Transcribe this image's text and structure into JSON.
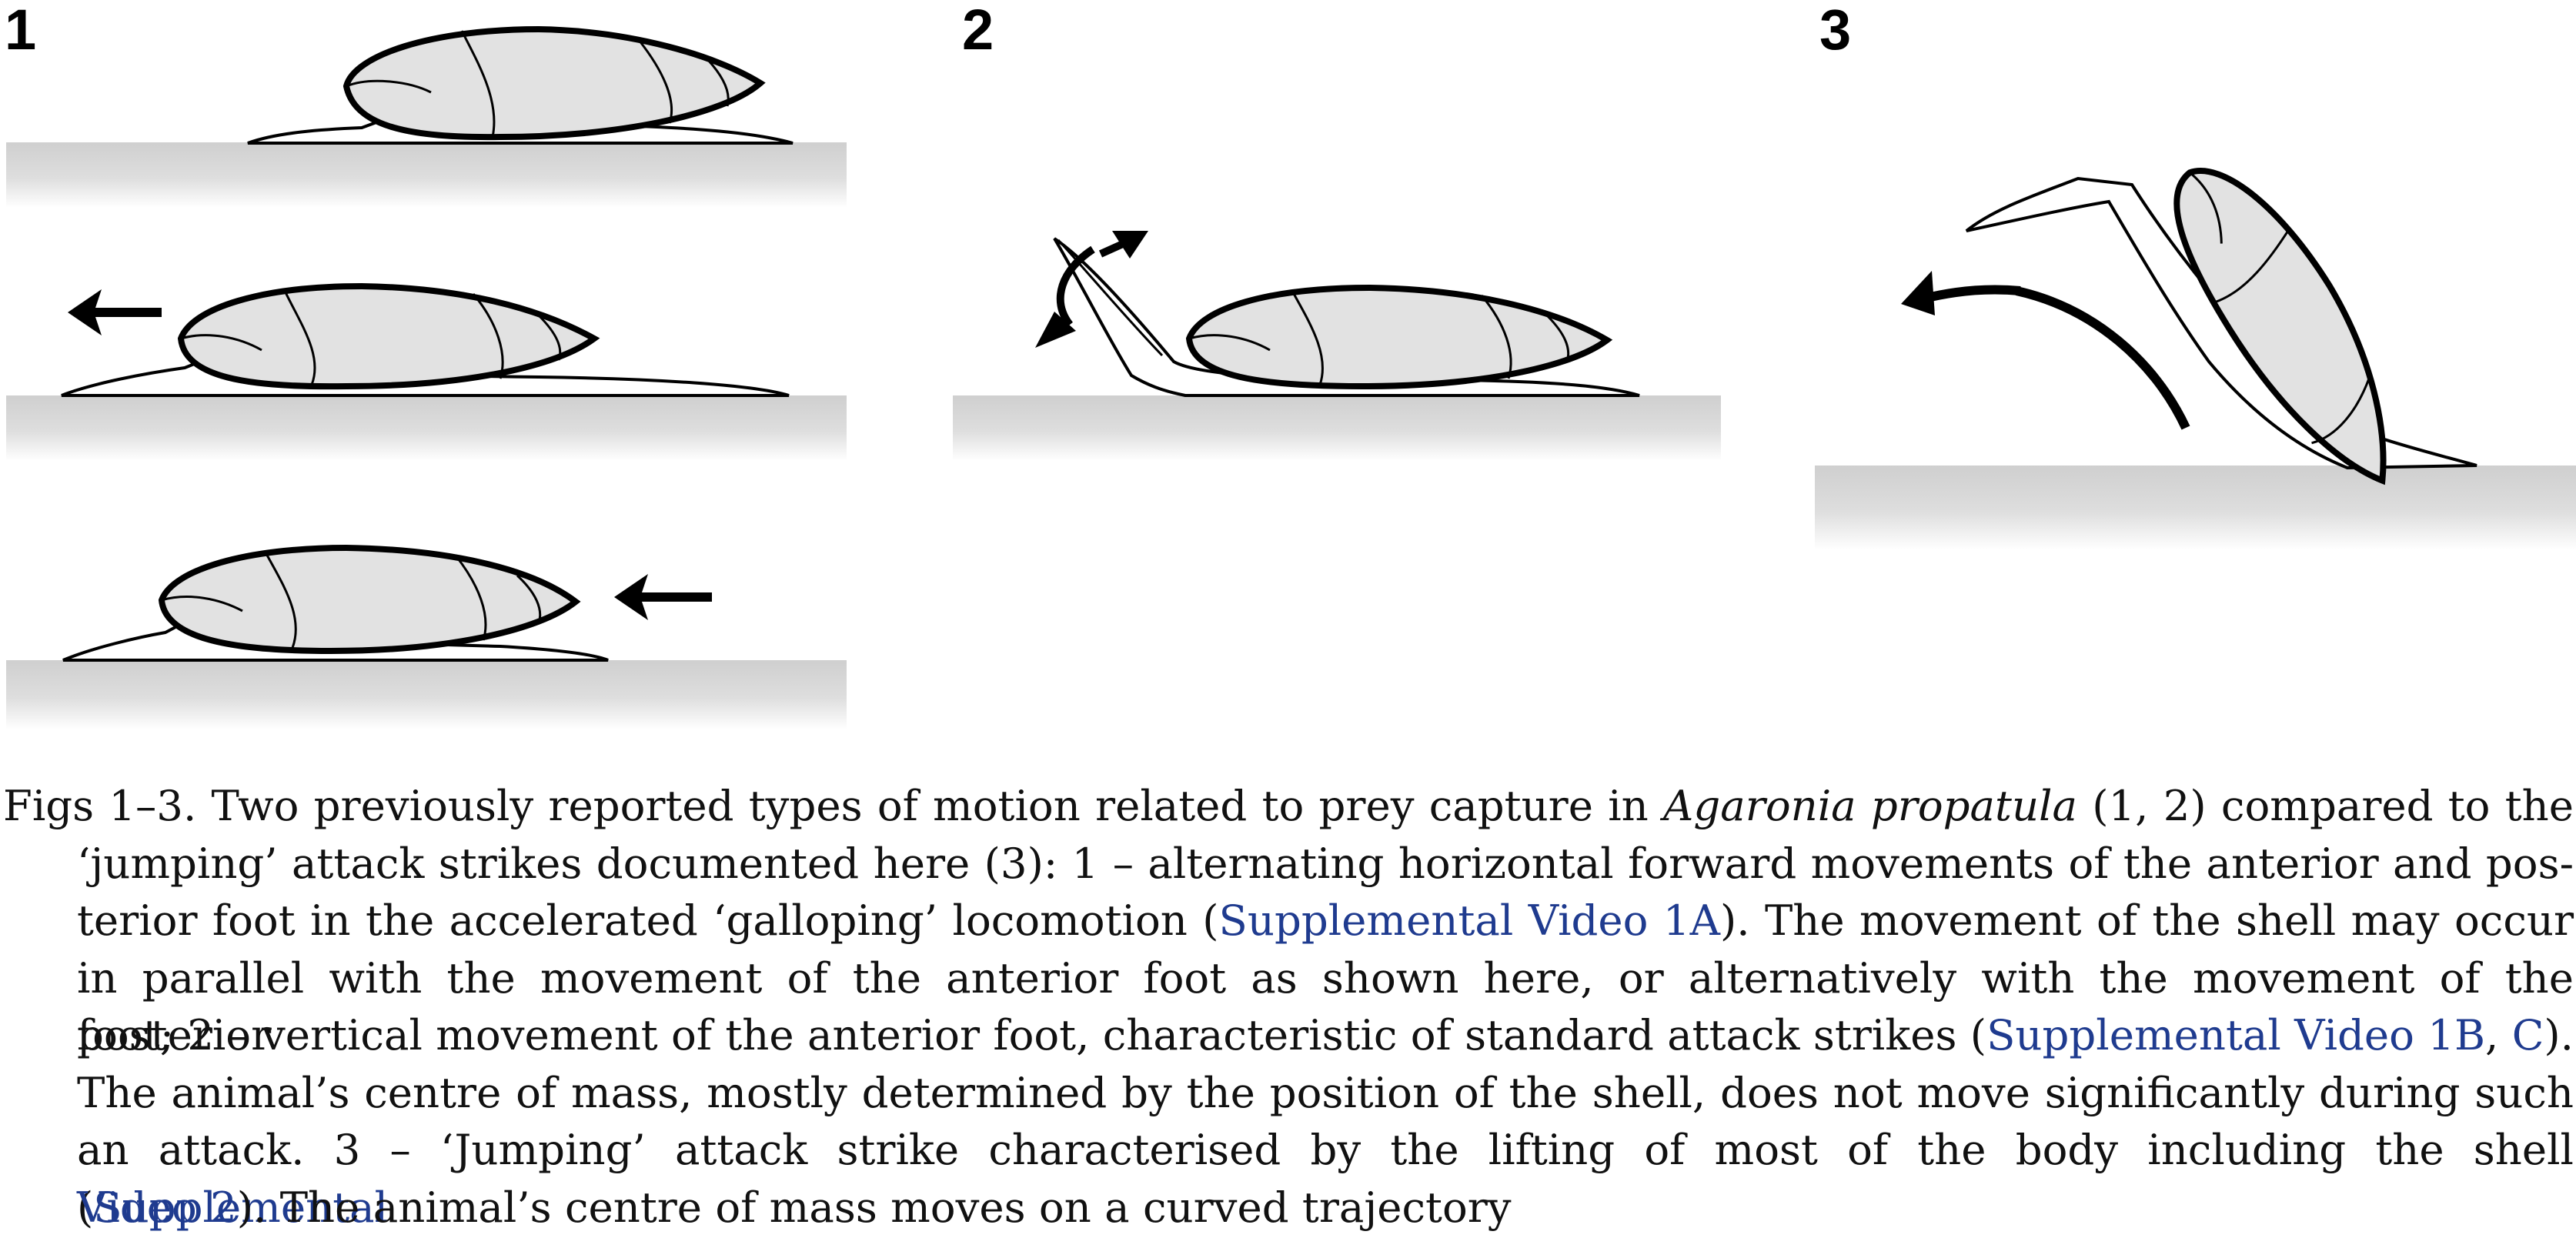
{
  "figure": {
    "panels": [
      {
        "number": "1"
      },
      {
        "number": "2"
      },
      {
        "number": "3"
      }
    ],
    "colors": {
      "ground": "#dcdcdc",
      "shell_fill": "#e2e2e2",
      "shell_edge_fill": "#f2f2f2",
      "outline": "#000000",
      "link": "#1f3b8f"
    },
    "icons": [
      "arrow-left-icon",
      "curved-double-arrow-icon",
      "curved-trajectory-arrow-icon"
    ]
  },
  "caption": {
    "line1_a": "Figs 1–3. Two previously reported types of motion related to prey capture in ",
    "line1_species": "Agaronia propatula",
    "line1_b": " (1, 2) compared to the",
    "line2": "‘jumping’ attack strikes documented here (3): 1 – alternating horizontal forward movements of the anterior and pos-",
    "line3_a": "terior foot in the accelerated ‘galloping’ locomotion (",
    "line3_link": "Supplemental Video 1A",
    "line3_b": "). The movement of the shell may occur",
    "line4": "in parallel with the movement of the anterior foot as shown here, or alternatively with the movement of the posterior",
    "line5_a": "foot; 2 – vertical movement of the anterior foot, characteristic of standard attack strikes (",
    "line5_link1": "Supplemental Video 1B",
    "line5_sep": ", ",
    "line5_link2": "C",
    "line5_b": ").",
    "line6": "The animal’s centre of mass, mostly determined by the position of the shell, does not move significantly during such",
    "line7_a": "an attack. 3 – ‘Jumping’ attack strike characterised by the lifting of most of the body including the shell (",
    "line7_link": "Supplemental",
    "line8_link": "Video 2",
    "line8_b": "). The animal’s centre of mass moves on a curved trajectory"
  }
}
